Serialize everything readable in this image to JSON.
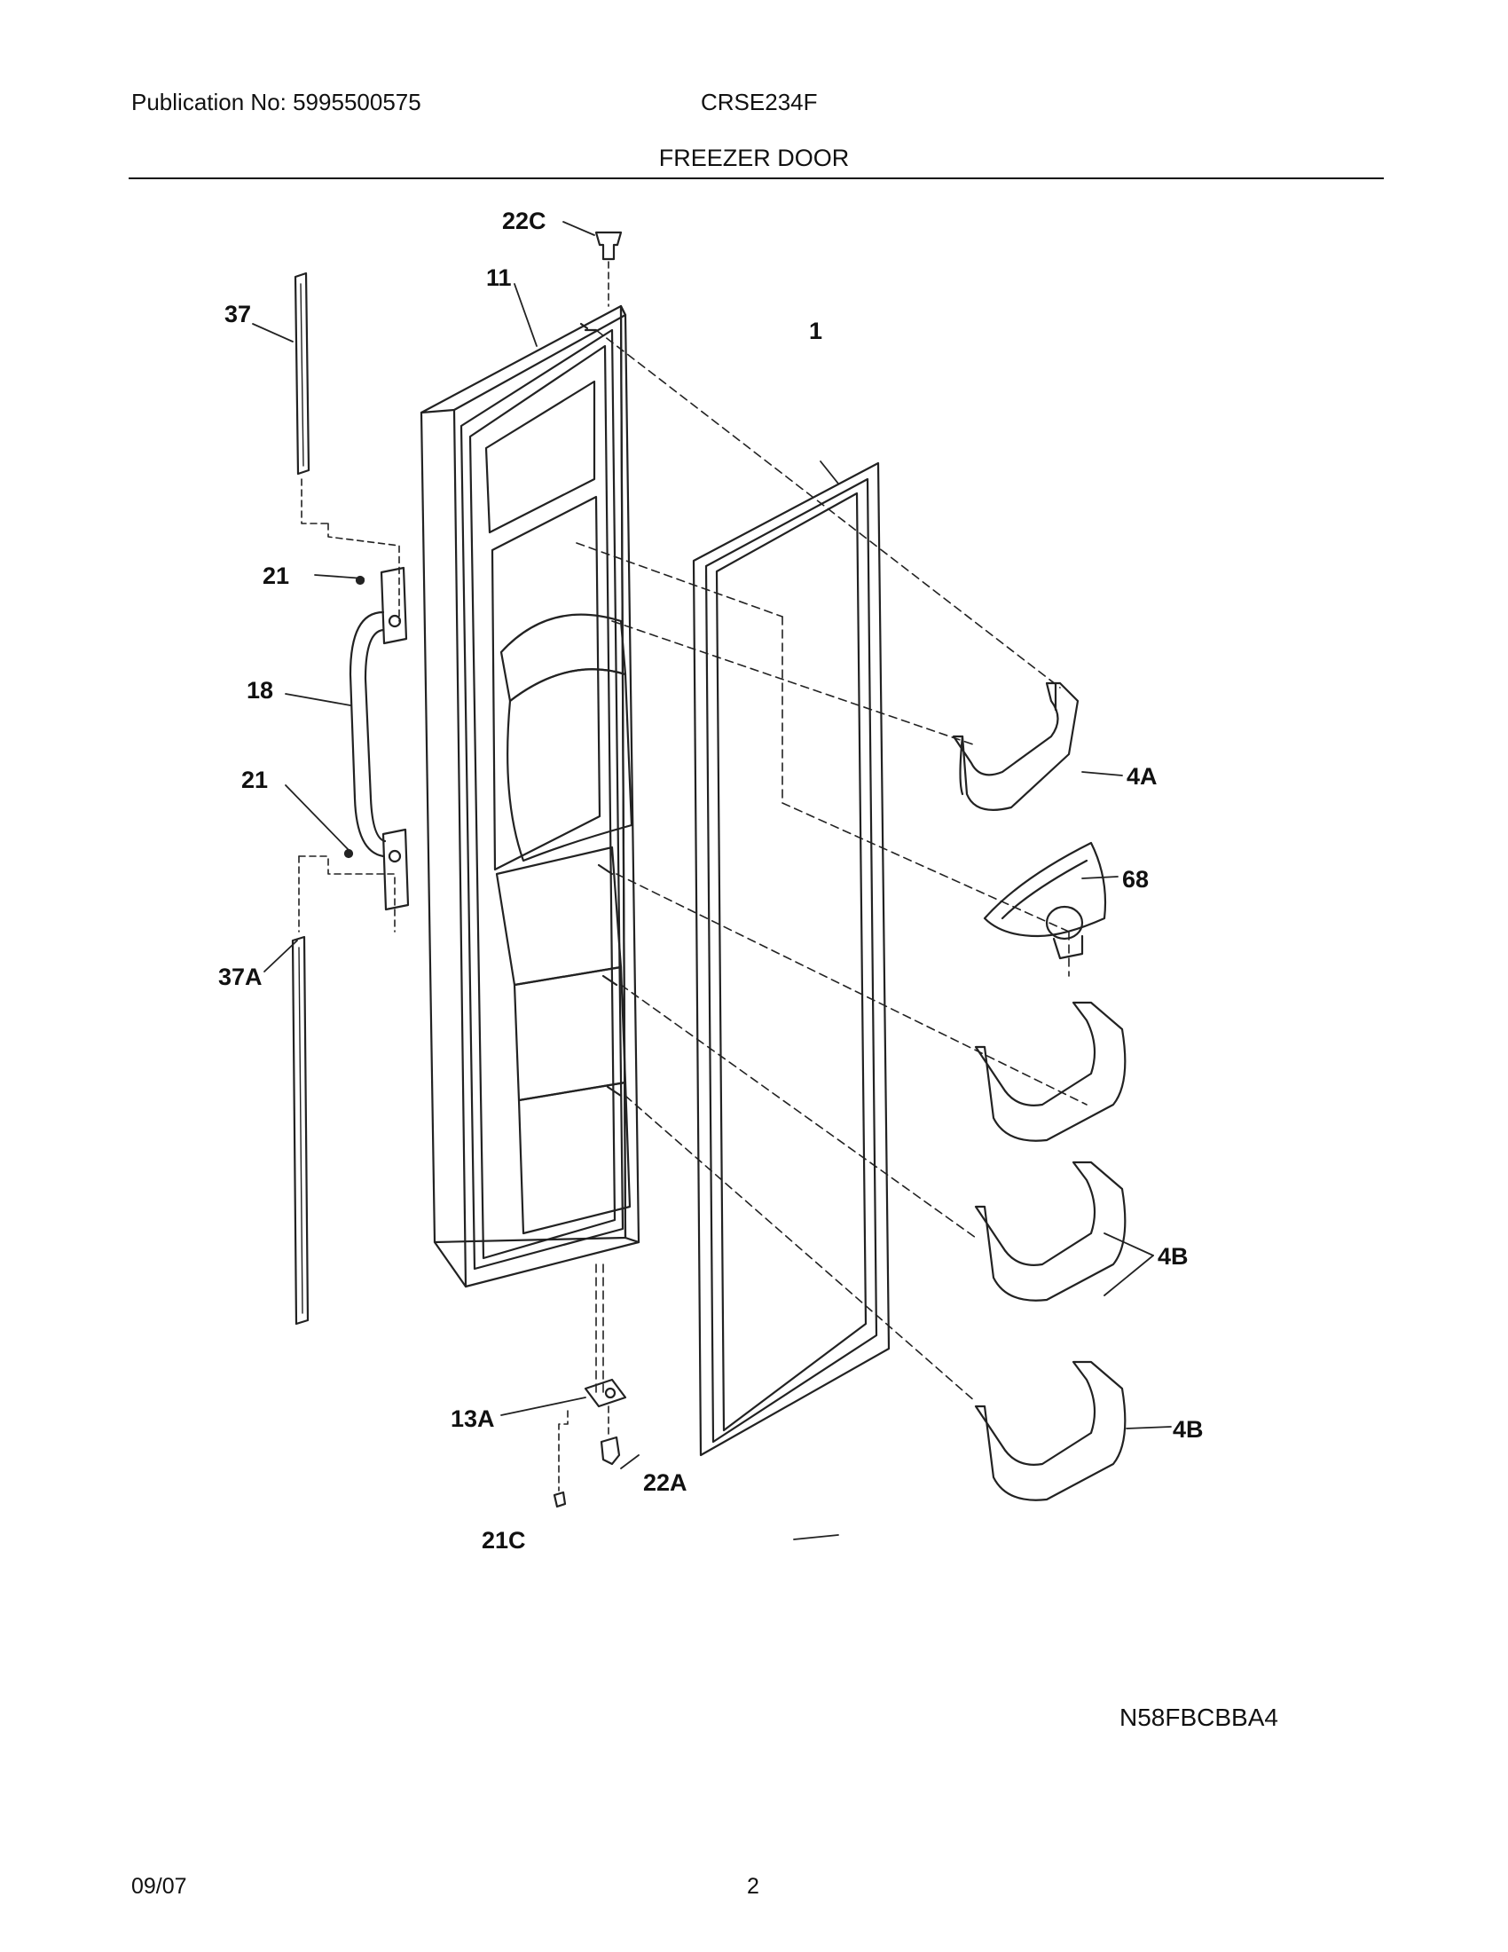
{
  "header": {
    "publication": "Publication No: 5995500575",
    "model": "CRSE234F",
    "section_title": "FREEZER DOOR"
  },
  "callouts": {
    "c22C": "22C",
    "c11": "11",
    "c37": "37",
    "c1": "1",
    "c21_top": "21",
    "c18": "18",
    "c21_bottom": "21",
    "c4A": "4A",
    "c68": "68",
    "c37A": "37A",
    "c4B_upper": "4B",
    "c4B_lower": "4B",
    "c13A": "13A",
    "c22A": "22A",
    "c21C": "21C"
  },
  "diagram_code": "N58FBCBBA4",
  "footer": {
    "date": "09/07",
    "page": "2"
  }
}
